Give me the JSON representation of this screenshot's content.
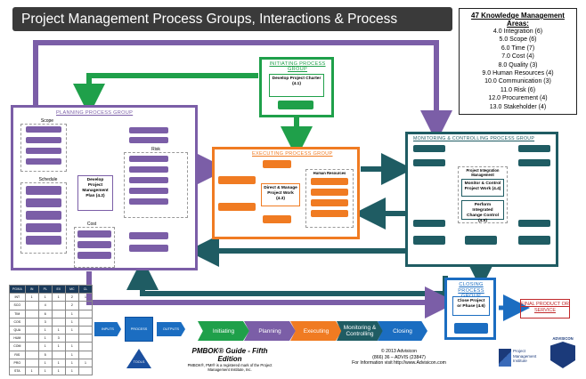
{
  "title": "Project Management Process Groups, Interactions & Process",
  "knowledge_areas": {
    "title": "47 Knowledge Management Areas:",
    "items": [
      "4.0 Integration (6)",
      "5.0 Scope (6)",
      "6.0 Time (7)",
      "7.0 Cost (4)",
      "8.0 Quality (3)",
      "9.0 Human Resources (4)",
      "10.0 Communication (3)",
      "11.0 Risk (6)",
      "12.0 Procurement (4)",
      "13.0 Stakeholder (4)"
    ]
  },
  "colors": {
    "initiating": "#1fa04a",
    "planning": "#7b5ea7",
    "executing": "#f07b22",
    "monitoring": "#1f5c63",
    "closing": "#1b6dc1",
    "final": "#c0292b",
    "title_bar": "#3a3a3a"
  },
  "groups": {
    "initiating": {
      "label": "INITIATING PROCESS GROUP",
      "main": "Develop Project Charter (4.1)"
    },
    "planning": {
      "label": "PLANNING PROCESS GROUP",
      "main": "Develop Project Management Plan (4.2)",
      "scope": "Scope",
      "schedule": "Schedule",
      "cost": "Cost",
      "risk": "Risk"
    },
    "executing": {
      "label": "EXECUTING PROCESS GROUP",
      "main": "Direct & Manage Project Work (4.3)",
      "hr": "Human Resources"
    },
    "monitoring": {
      "label": "MONITORING & CONTROLLING PROCESS GROUP",
      "integration": "Project Integration Management",
      "main1": "Monitor & Control Project Work (4.4)",
      "main2": "Perform Integrated Change Control (4.5)"
    },
    "closing": {
      "label": "CLOSING PROCESS GROUP",
      "main": "Close Project or Phase (4.6)"
    }
  },
  "final_product": "FINAL PRODUCT OR SERVICE",
  "flow": {
    "inputs": "INPUTS",
    "process": "PROCESS",
    "outputs": "OUTPUTS",
    "tools": "TOOLS"
  },
  "lifecycle": [
    "Initiating",
    "Planning",
    "Executing",
    "Monitoring & Controlling",
    "Closing"
  ],
  "footer": {
    "edition": "PMBOK® Guide - Fifth Edition",
    "trademark": "PMBOK®, PMI® is a registered mark of the Project Management Institute, Inc.",
    "copyright": "© 2013 Advisicon",
    "phone": "(866) 36 – ADVIS (23847)",
    "website": "For Information visit http://www.Advisicon.com",
    "pmi_logo": "Project Management Institute",
    "advisicon": "ADVISICON"
  },
  "table": {
    "headers": [
      "PG\\KA",
      "IN",
      "PL",
      "EX",
      "MC",
      "CL"
    ],
    "rows": [
      [
        "INT",
        "1",
        "1",
        "1",
        "2",
        "1"
      ],
      [
        "SCO",
        "",
        "4",
        "",
        "2",
        ""
      ],
      [
        "TIM",
        "",
        "6",
        "",
        "1",
        ""
      ],
      [
        "COS",
        "",
        "3",
        "",
        "1",
        ""
      ],
      [
        "QUA",
        "",
        "1",
        "1",
        "1",
        ""
      ],
      [
        "HUM",
        "",
        "1",
        "3",
        "",
        ""
      ],
      [
        "COM",
        "",
        "1",
        "1",
        "1",
        ""
      ],
      [
        "RIS",
        "",
        "5",
        "",
        "1",
        ""
      ],
      [
        "PRO",
        "",
        "1",
        "1",
        "1",
        "1"
      ],
      [
        "STA",
        "1",
        "1",
        "1",
        "1",
        ""
      ]
    ]
  }
}
